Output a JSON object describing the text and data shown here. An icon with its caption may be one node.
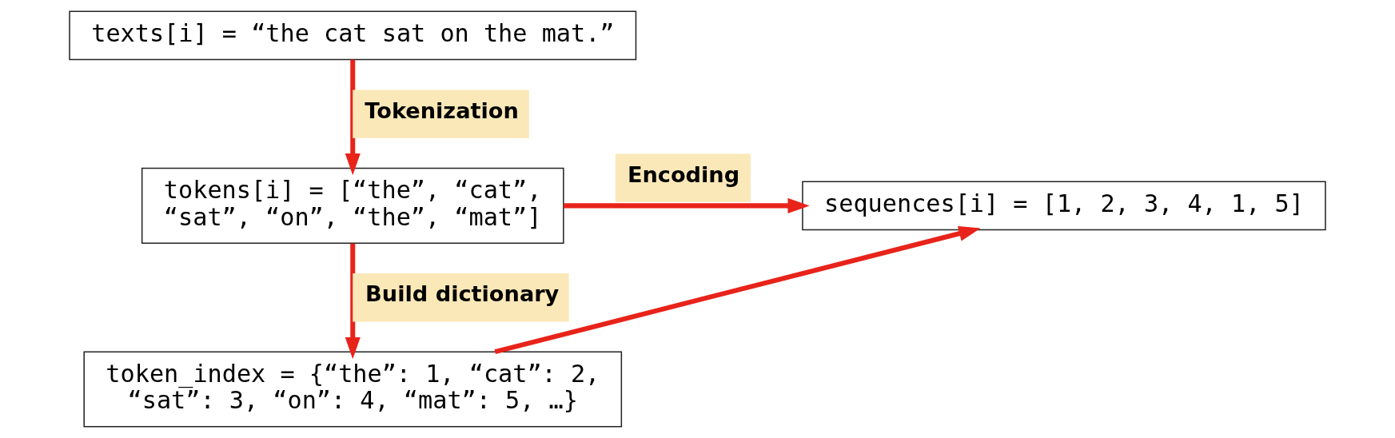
{
  "diagram": {
    "nodes": [
      {
        "text": [
          "texts[i] = “the cat sat on the mat.”"
        ]
      },
      {
        "text": [
          "tokens[i] = [“the”, “cat”, “sat”, “on”, “the”, “mat”]"
        ]
      },
      {
        "text": [
          "token_index = {“the”: 1, “cat”: 2, “sat”: 3, “on”: 4, “mat”: 5, …}"
        ]
      },
      {
        "text": [
          "sequences[i] = [1, 2, 3, 4, 1, 5]"
        ]
      }
    ],
    "edges": [
      {
        "from": 0,
        "to": 1,
        "arrow": "to",
        "label": "Tokenization"
      },
      {
        "from": 1,
        "to": 2,
        "arrow": "to",
        "label": "Build dictionary"
      },
      {
        "from": 1,
        "to": 3,
        "arrow": "to",
        "label": "Encoding"
      },
      {
        "from": 2,
        "to": 3,
        "arrow": "to"
      }
    ]
  }
}
